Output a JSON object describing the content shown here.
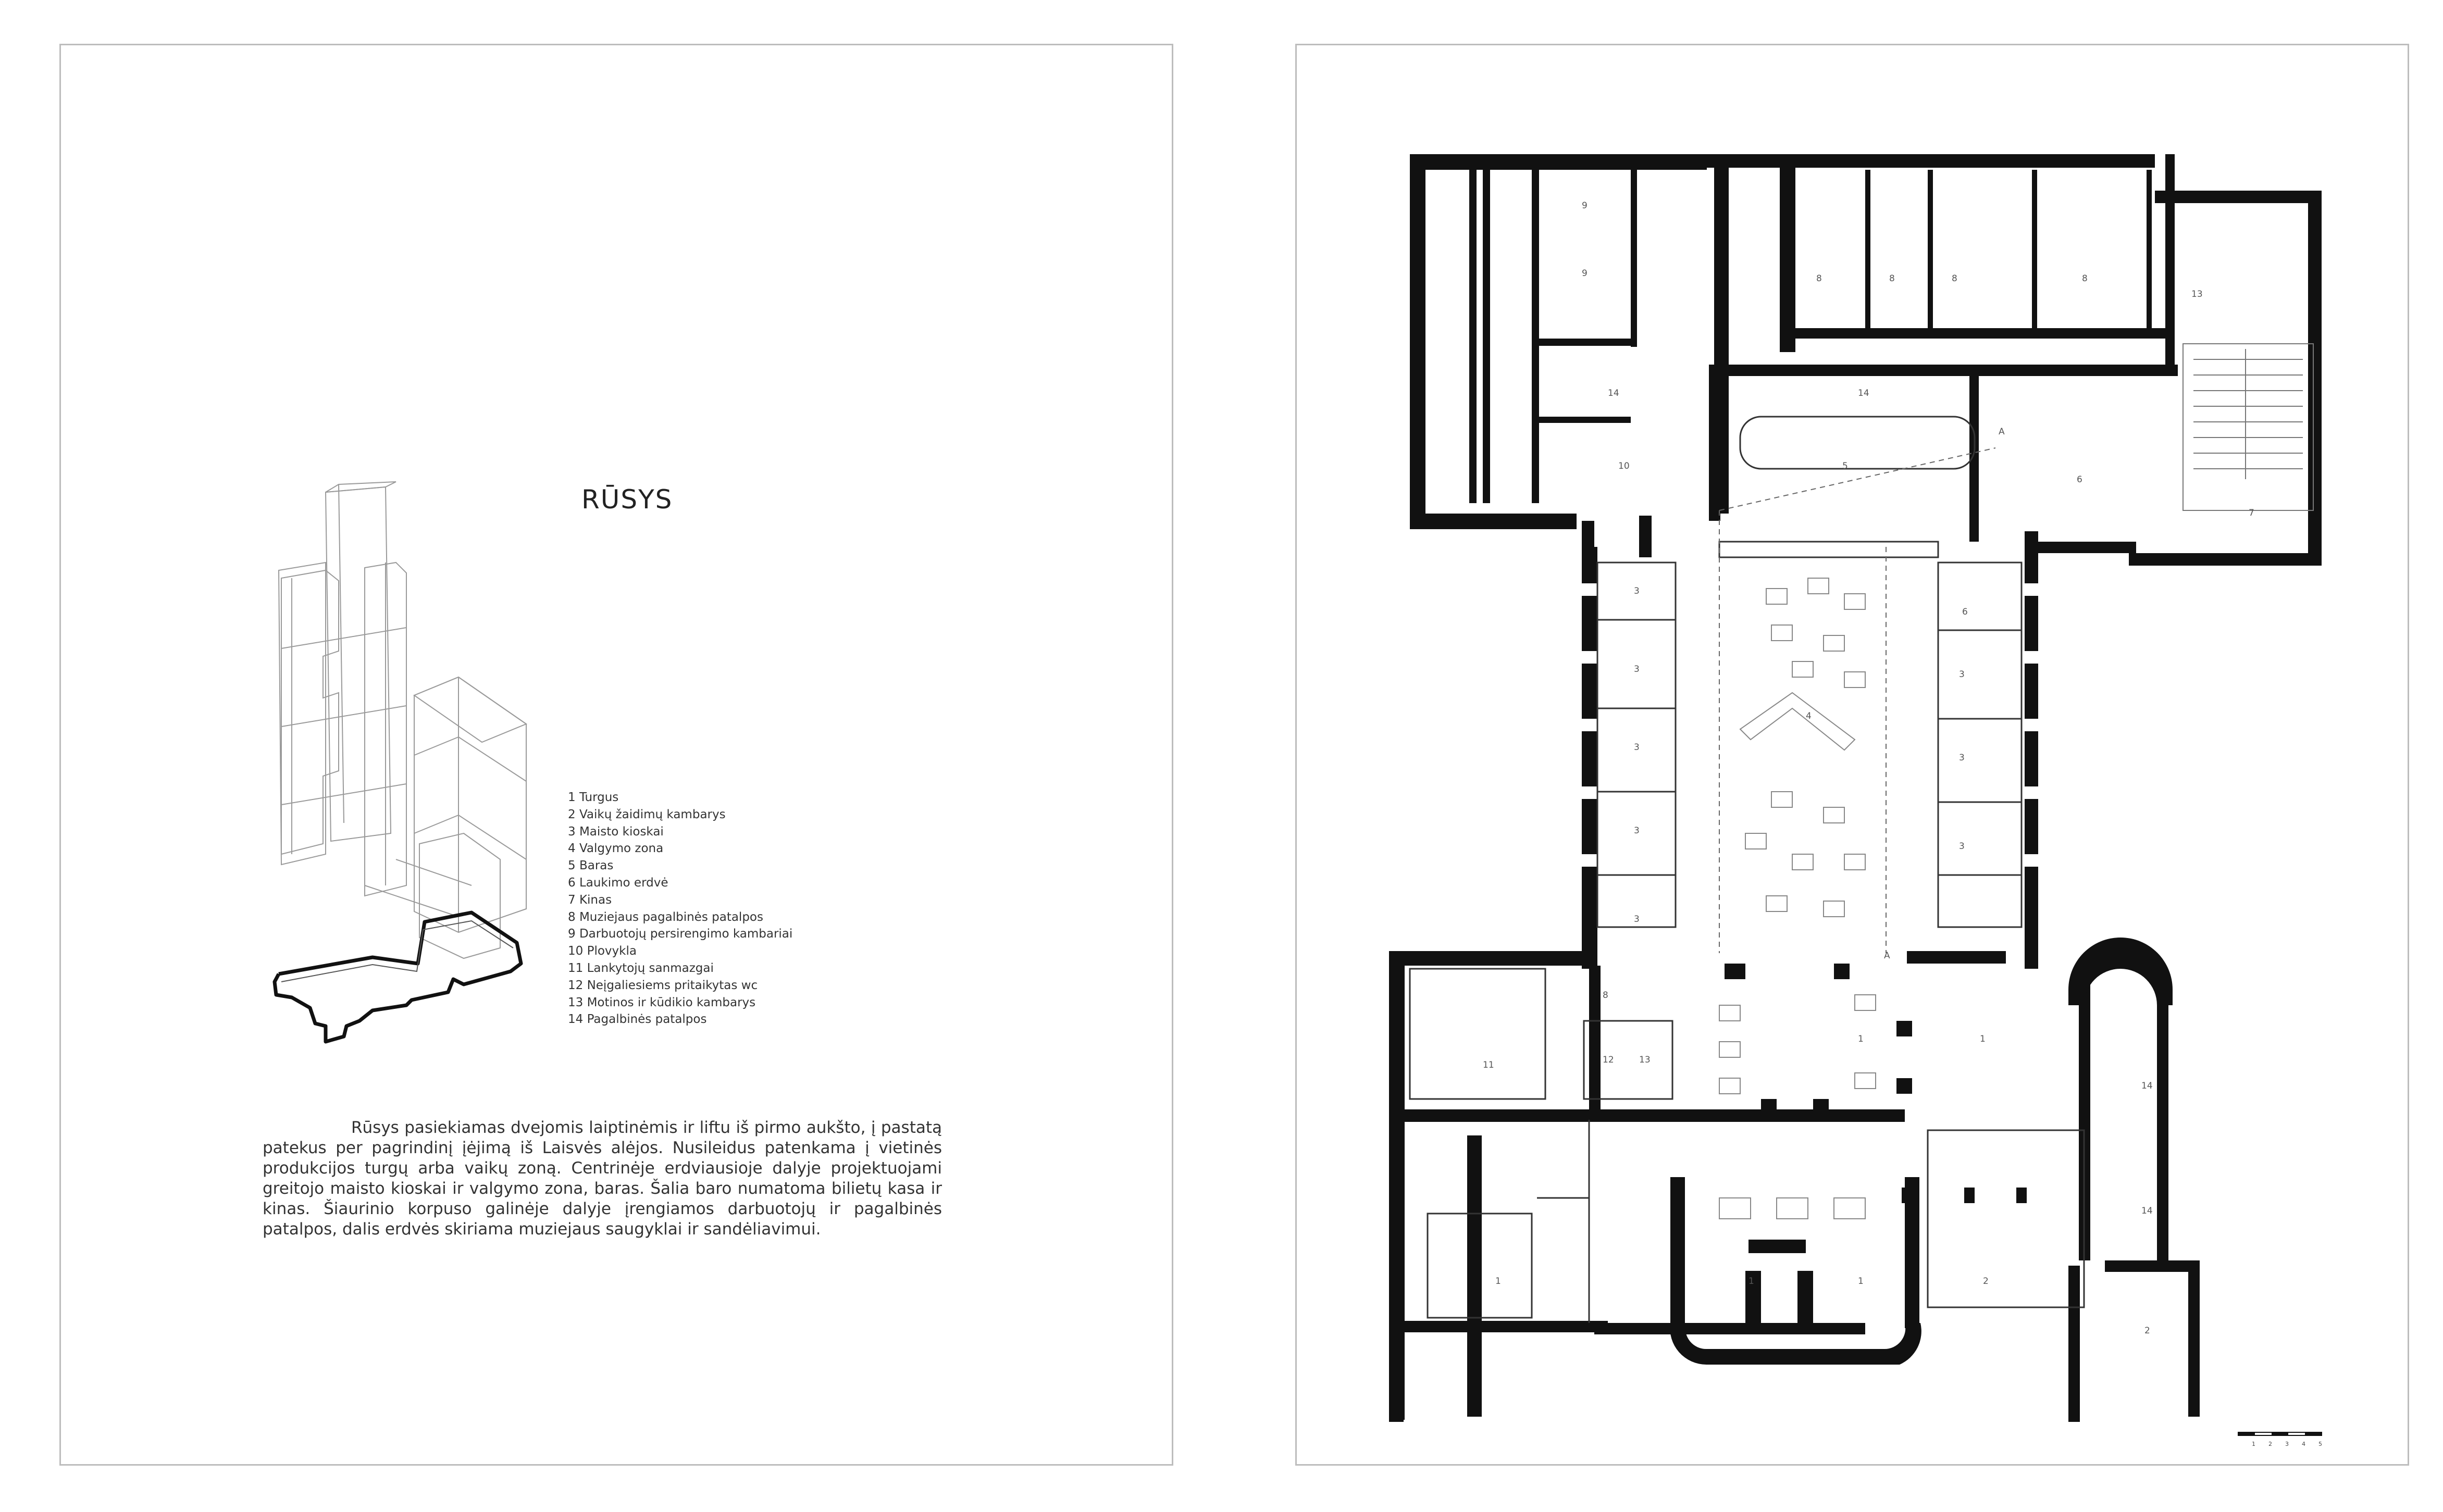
{
  "title": "RŪSYS",
  "legend": [
    "1 Turgus",
    "2 Vaikų žaidimų kambarys",
    "3 Maisto kioskai",
    "4 Valgymo zona",
    "5 Baras",
    "6 Laukimo erdvė",
    "7 Kinas",
    "8 Muziejaus pagalbinės patalpos",
    "9 Darbuotojų persirengimo kambariai",
    "10 Plovykla",
    "11 Lankytojų sanmazgai",
    "12 Neįgaliesiems pritaikytas wc",
    "13 Motinos ir kūdikio kambarys",
    "14 Pagalbinės patalpos"
  ],
  "description": "Rūsys pasiekiamas dvejomis laiptinėmis ir liftu iš pirmo aukšto, į pastatą patekus per pagrindinį įėjimą iš Laisvės alėjos. Nusileidus patenkama į vietinės produkcijos turgų arba vaikų zoną. Centrinėje erdviausioje dalyje projektuojami greitojo maisto kioskai ir valgymo zona, baras. Šalia baro numatoma bilietų kasa ir kinas. Šiaurinio korpuso galinėje dalyje įrengiamos darbuotojų ir pagalbinės patalpos, dalis erdvės skiriama muziejaus saugyklai ir sandėliavimui.",
  "plan": {
    "room_labels": [
      "1",
      "1",
      "1",
      "1",
      "1",
      "2",
      "2",
      "3",
      "3",
      "3",
      "3",
      "3",
      "3",
      "3",
      "3",
      "4",
      "5",
      "6",
      "6",
      "7",
      "8",
      "8",
      "8",
      "8",
      "8",
      "9",
      "9",
      "10",
      "11",
      "12",
      "13",
      "13",
      "14",
      "14",
      "14",
      "14"
    ],
    "section_marks": [
      "A",
      "A"
    ],
    "scale_labels": [
      "1",
      "2",
      "3",
      "4",
      "5"
    ]
  }
}
